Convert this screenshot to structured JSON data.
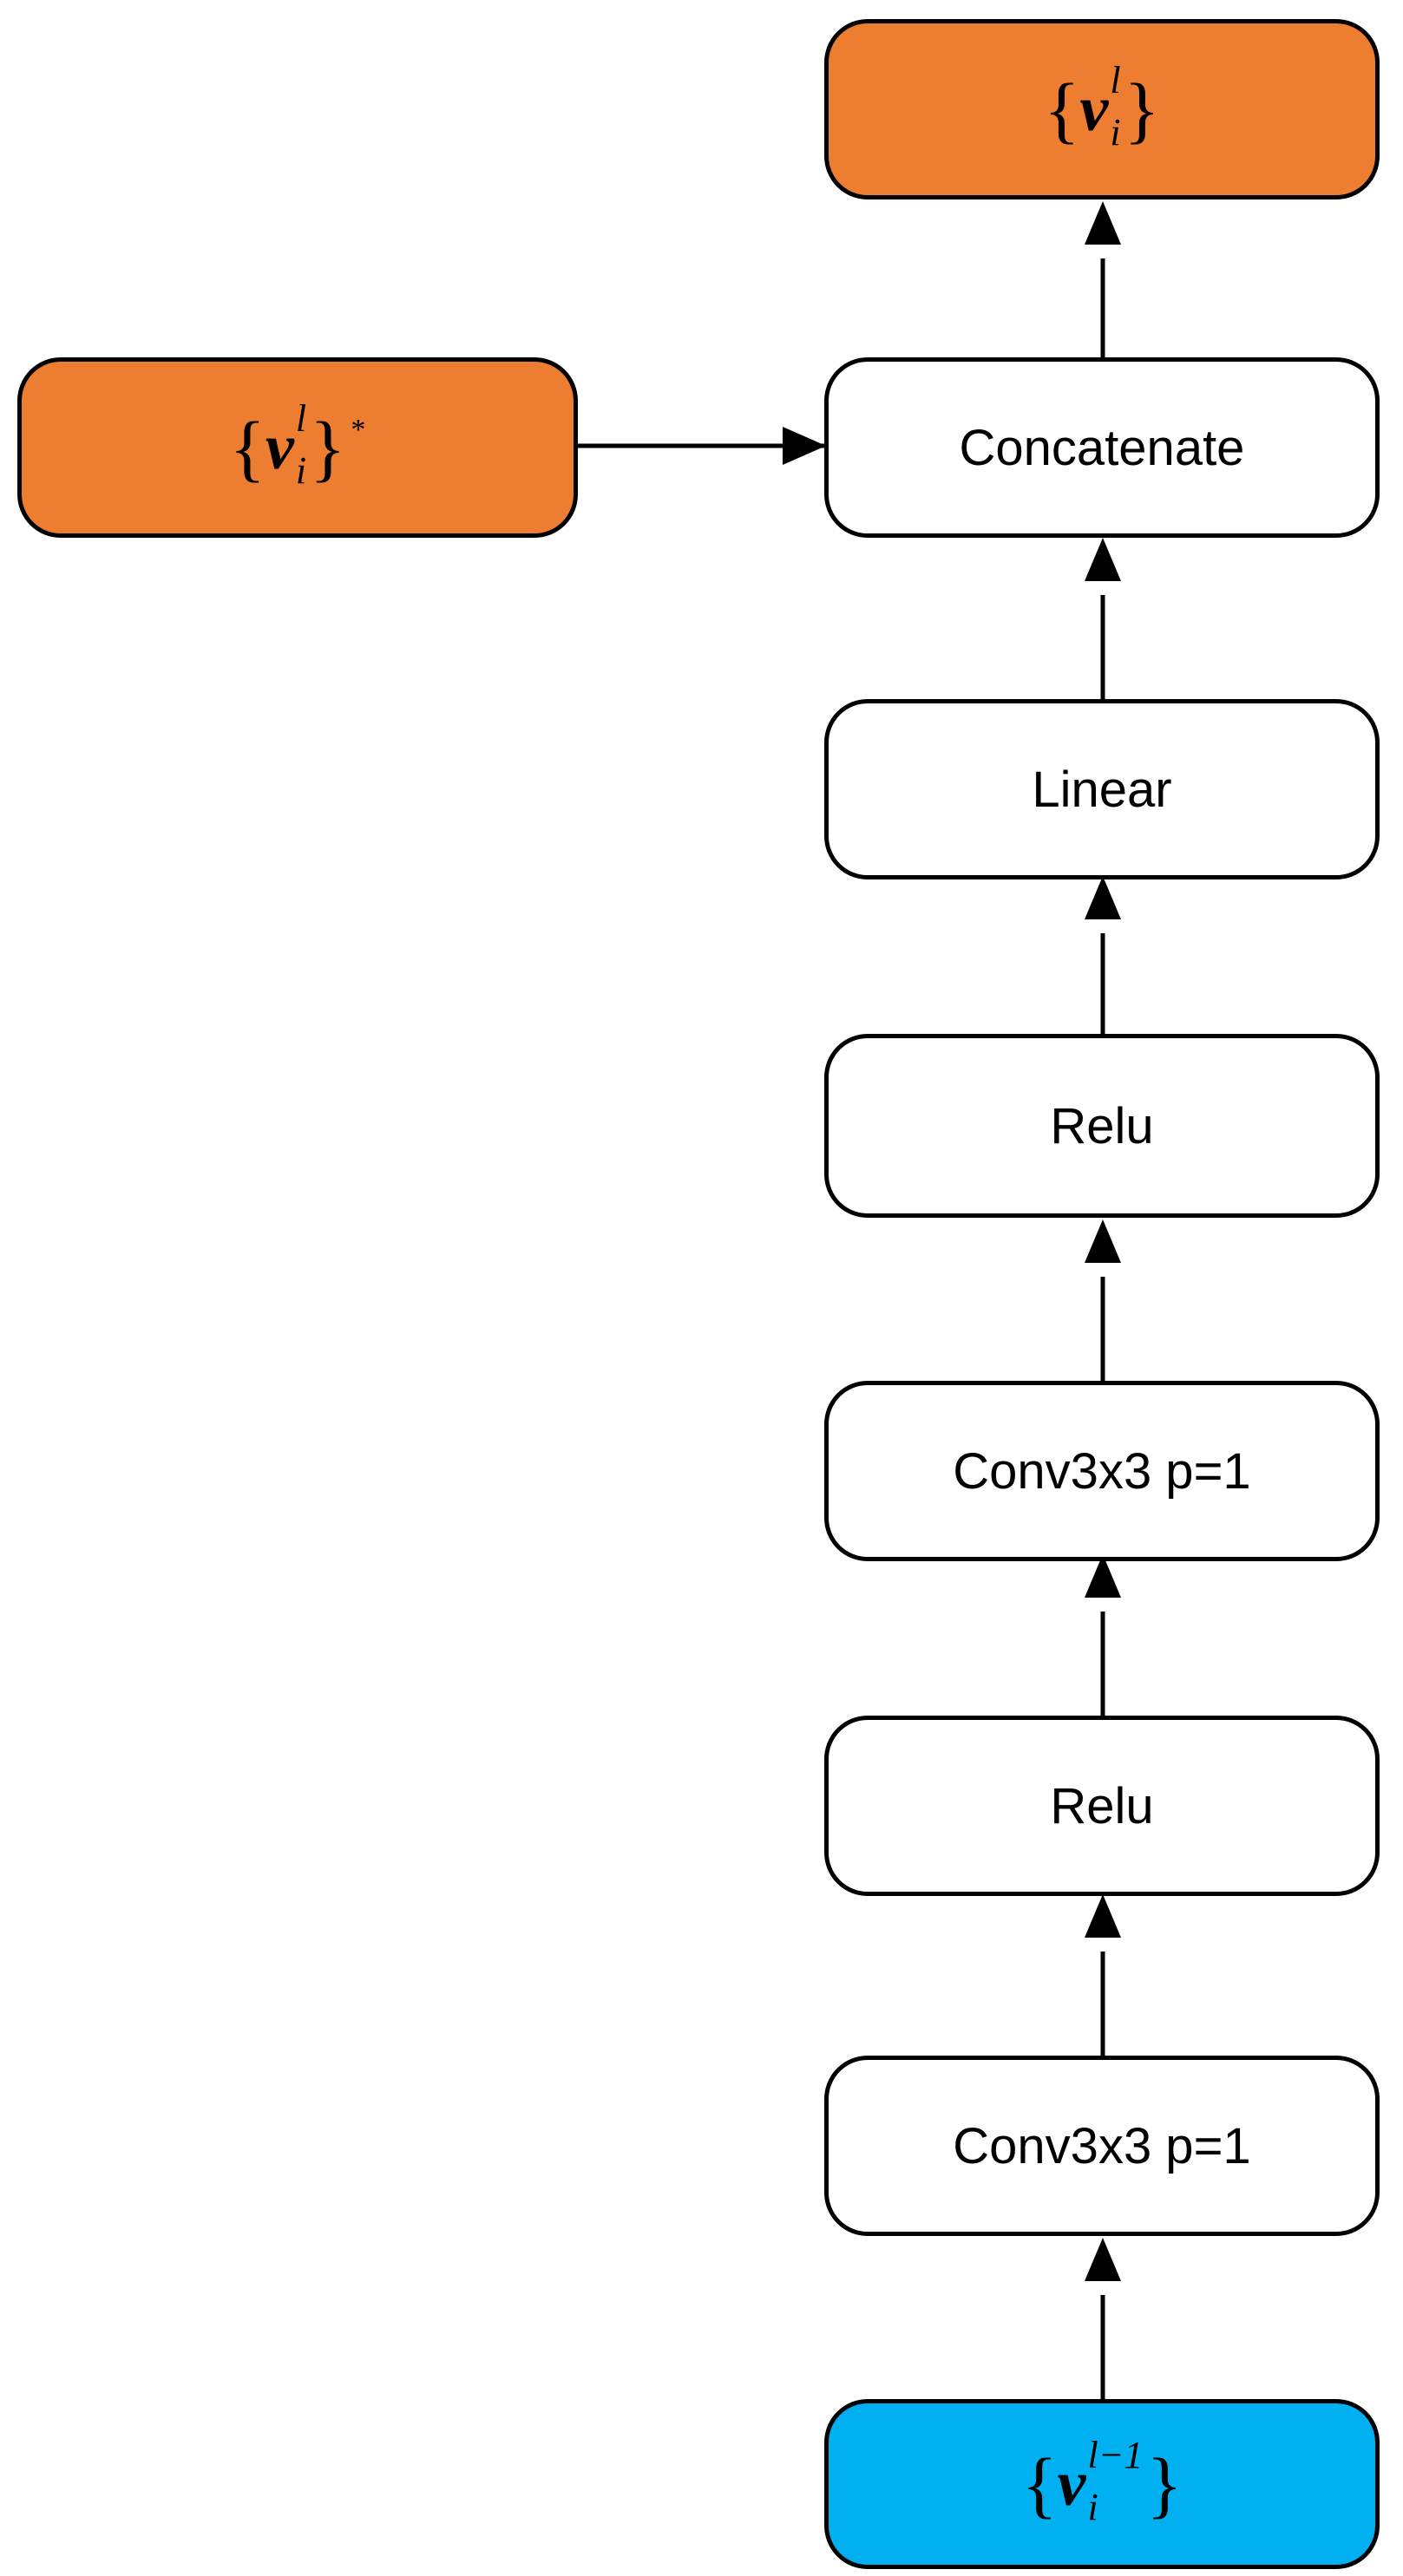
{
  "colors": {
    "output_fill": "#ed7d31",
    "skip_fill": "#ed7d31",
    "input_fill": "#00b0f0",
    "layer_fill": "#ffffff",
    "stroke": "#000000"
  },
  "nodes": {
    "output": {
      "base": "v",
      "superscript": "l",
      "subscript": "i"
    },
    "skip": {
      "base": "v",
      "superscript": "l",
      "subscript": "i",
      "mark": "*"
    },
    "input": {
      "base": "v",
      "superscript": "l−1",
      "subscript": "i"
    },
    "concat": {
      "label": "Concatenate"
    },
    "linear": {
      "label": "Linear"
    },
    "relu_upper": {
      "label": "Relu"
    },
    "conv_upper": {
      "label": "Conv3x3 p=1"
    },
    "relu_lower": {
      "label": "Relu"
    },
    "conv_lower": {
      "label": "Conv3x3 p=1"
    }
  },
  "edges": [
    {
      "from": "input",
      "to": "conv_lower"
    },
    {
      "from": "conv_lower",
      "to": "relu_lower"
    },
    {
      "from": "relu_lower",
      "to": "conv_upper"
    },
    {
      "from": "conv_upper",
      "to": "relu_upper"
    },
    {
      "from": "relu_upper",
      "to": "linear"
    },
    {
      "from": "linear",
      "to": "concat"
    },
    {
      "from": "skip",
      "to": "concat"
    },
    {
      "from": "concat",
      "to": "output"
    }
  ]
}
